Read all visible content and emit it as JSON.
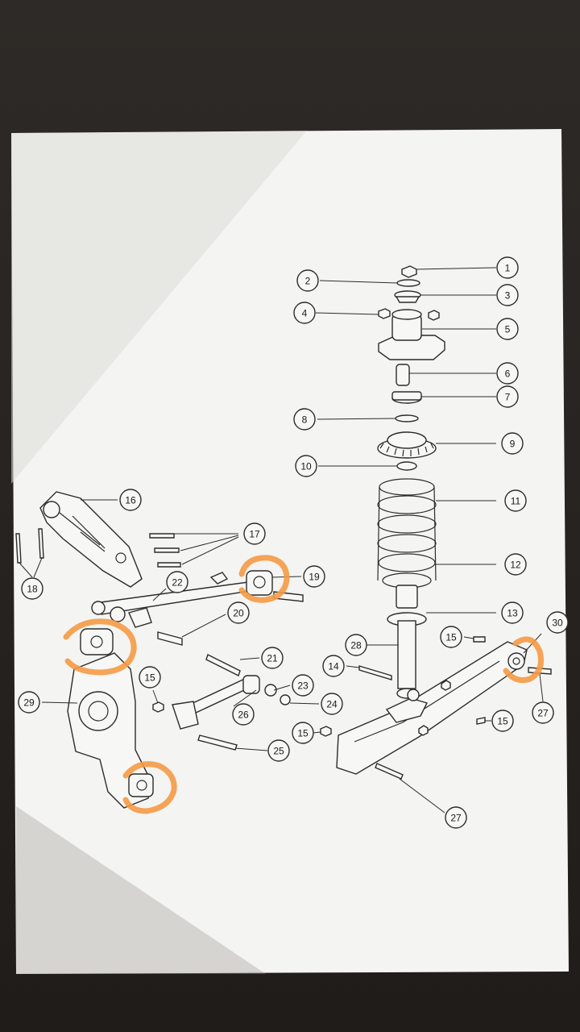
{
  "diagram": {
    "callouts": [
      {
        "label": "1"
      },
      {
        "label": "2"
      },
      {
        "label": "3"
      },
      {
        "label": "4"
      },
      {
        "label": "5"
      },
      {
        "label": "6"
      },
      {
        "label": "7"
      },
      {
        "label": "8"
      },
      {
        "label": "9"
      },
      {
        "label": "10"
      },
      {
        "label": "11"
      },
      {
        "label": "12"
      },
      {
        "label": "13"
      },
      {
        "label": "14"
      },
      {
        "label": "15"
      },
      {
        "label": "15"
      },
      {
        "label": "15"
      },
      {
        "label": "15"
      },
      {
        "label": "16"
      },
      {
        "label": "17"
      },
      {
        "label": "18"
      },
      {
        "label": "19"
      },
      {
        "label": "20"
      },
      {
        "label": "21"
      },
      {
        "label": "22"
      },
      {
        "label": "23"
      },
      {
        "label": "24"
      },
      {
        "label": "25"
      },
      {
        "label": "26"
      },
      {
        "label": "27"
      },
      {
        "label": "27"
      },
      {
        "label": "28"
      },
      {
        "label": "29"
      },
      {
        "label": "30"
      }
    ],
    "highlight_color": "#f59a45",
    "paper_color": "#f4f4f2"
  }
}
